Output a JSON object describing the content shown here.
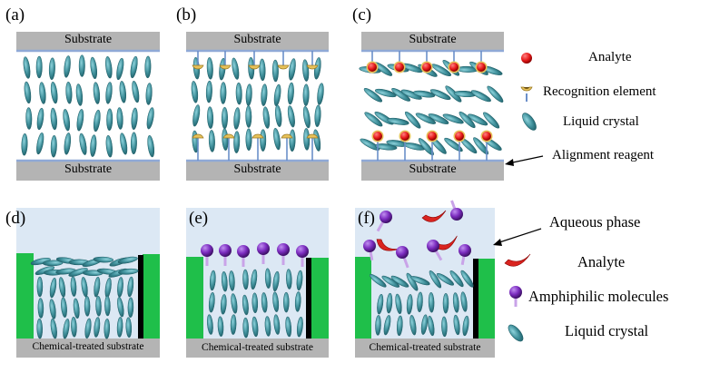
{
  "panels": {
    "a": {
      "letter": "(a)",
      "top_substrate": "Substrate",
      "bottom_substrate": "Substrate"
    },
    "b": {
      "letter": "(b)",
      "top_substrate": "Substrate",
      "bottom_substrate": "Substrate"
    },
    "c": {
      "letter": "(c)",
      "top_substrate": "Substrate",
      "bottom_substrate": "Substrate"
    },
    "d": {
      "letter": "(d)",
      "substrate": "Chemical-treated substrate"
    },
    "e": {
      "letter": "(e)",
      "substrate": "Chemical-treated substrate"
    },
    "f": {
      "letter": "(f)",
      "substrate": "Chemical-treated substrate"
    }
  },
  "legend_top": {
    "analyte": "Analyte",
    "recognition_element": "Recognition element",
    "liquid_crystal": "Liquid crystal",
    "alignment_reagent": "Alignment reagent"
  },
  "legend_bottom": {
    "aqueous_phase": "Aqueous phase",
    "analyte": "Analyte",
    "amphiphilic_molecules": "Amphiphilic molecules",
    "liquid_crystal": "Liquid crystal"
  },
  "colors": {
    "substrate": "#b4b4b4",
    "alignment_line": "#8fa9d6",
    "liquid_crystal": "#4a9aa5",
    "liquid_crystal_edge": "#1f5f68",
    "analyte_red": "#e61919",
    "recognition_yellow": "#e8c25a",
    "aqueous": "#dce8f4",
    "green_wall": "#1fbf4a",
    "black_wall": "#000000",
    "amphiphile_head": "#7b2cbf",
    "amphiphile_tail": "#c9a3e8",
    "analyte_bottom": "#d9241f"
  }
}
